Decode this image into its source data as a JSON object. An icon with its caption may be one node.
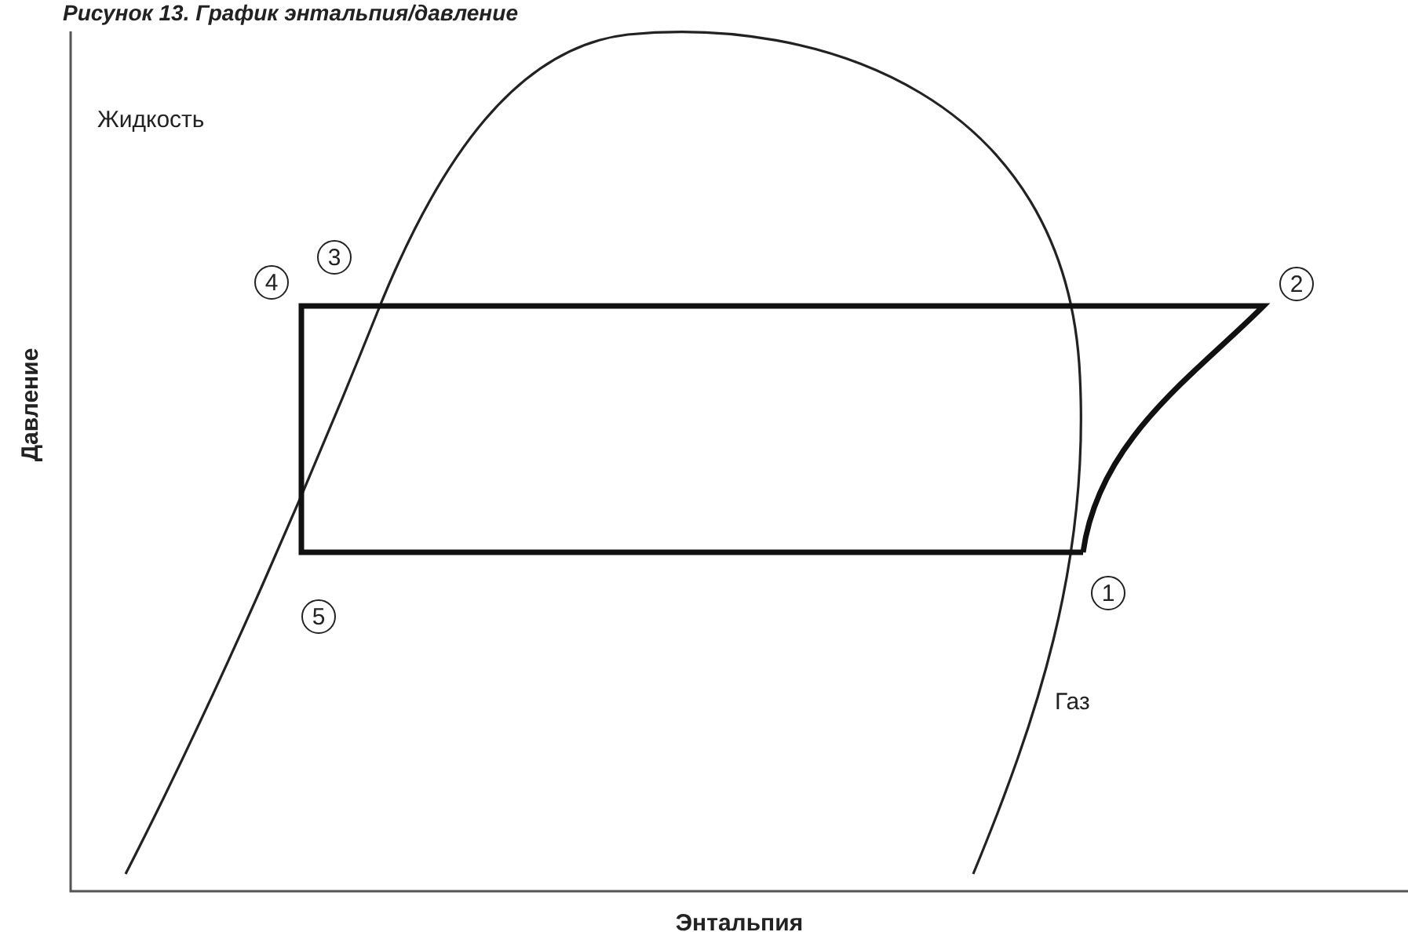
{
  "diagram": {
    "title": "Рисунок 13. График энтальпия/давление",
    "labels": [
      "Жидкость",
      "3",
      "4",
      "2",
      "5",
      "1",
      "Газ",
      "Давление",
      "Энтальпия"
    ]
  }
}
